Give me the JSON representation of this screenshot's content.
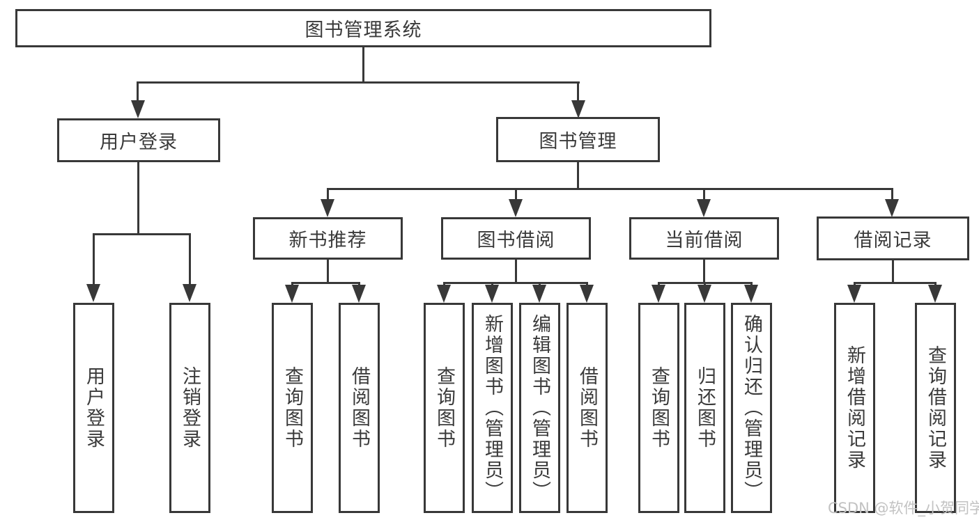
{
  "diagram_title": "图书管理系统",
  "nodes": {
    "root": "图书管理系统",
    "userLogin": "用户登录",
    "bookMgmt": "图书管理",
    "newBookRec": "新书推荐",
    "bookBorrow": "图书借阅",
    "currentBorrow": "当前借阅",
    "borrowRecords": "借阅记录",
    "leafUserLogin": "用户登录",
    "leafLogout": "注销登录",
    "leafNbQuery": "查询图书",
    "leafNbBorrow": "借阅图书",
    "leafBbQuery": "查询图书",
    "leafBbAdd": "新增图书（管理员）",
    "leafBbEdit": "编辑图书（管理员）",
    "leafBbBorrow": "借阅图书",
    "leafCbQuery": "查询图书",
    "leafCbReturn": "归还图书",
    "leafCbConfirm": "确认归还（管理员）",
    "leafBrAdd": "新增借阅记录",
    "leafBrQuery": "查询借阅记录"
  },
  "hierarchy": {
    "图书管理系统": {
      "用户登录": [
        "用户登录",
        "注销登录"
      ],
      "图书管理": {
        "新书推荐": [
          "查询图书",
          "借阅图书"
        ],
        "图书借阅": [
          "查询图书",
          "新增图书（管理员）",
          "编辑图书（管理员）",
          "借阅图书"
        ],
        "当前借阅": [
          "查询图书",
          "归还图书",
          "确认归还（管理员）"
        ],
        "借阅记录": [
          "新增借阅记录",
          "查询借阅记录"
        ]
      }
    }
  },
  "watermark": "CSDN @软件_小贺同学",
  "colors": {
    "line": "#383838",
    "text": "#3a3a3a",
    "background": "#ffffff",
    "watermark": "#c2c2c2"
  }
}
